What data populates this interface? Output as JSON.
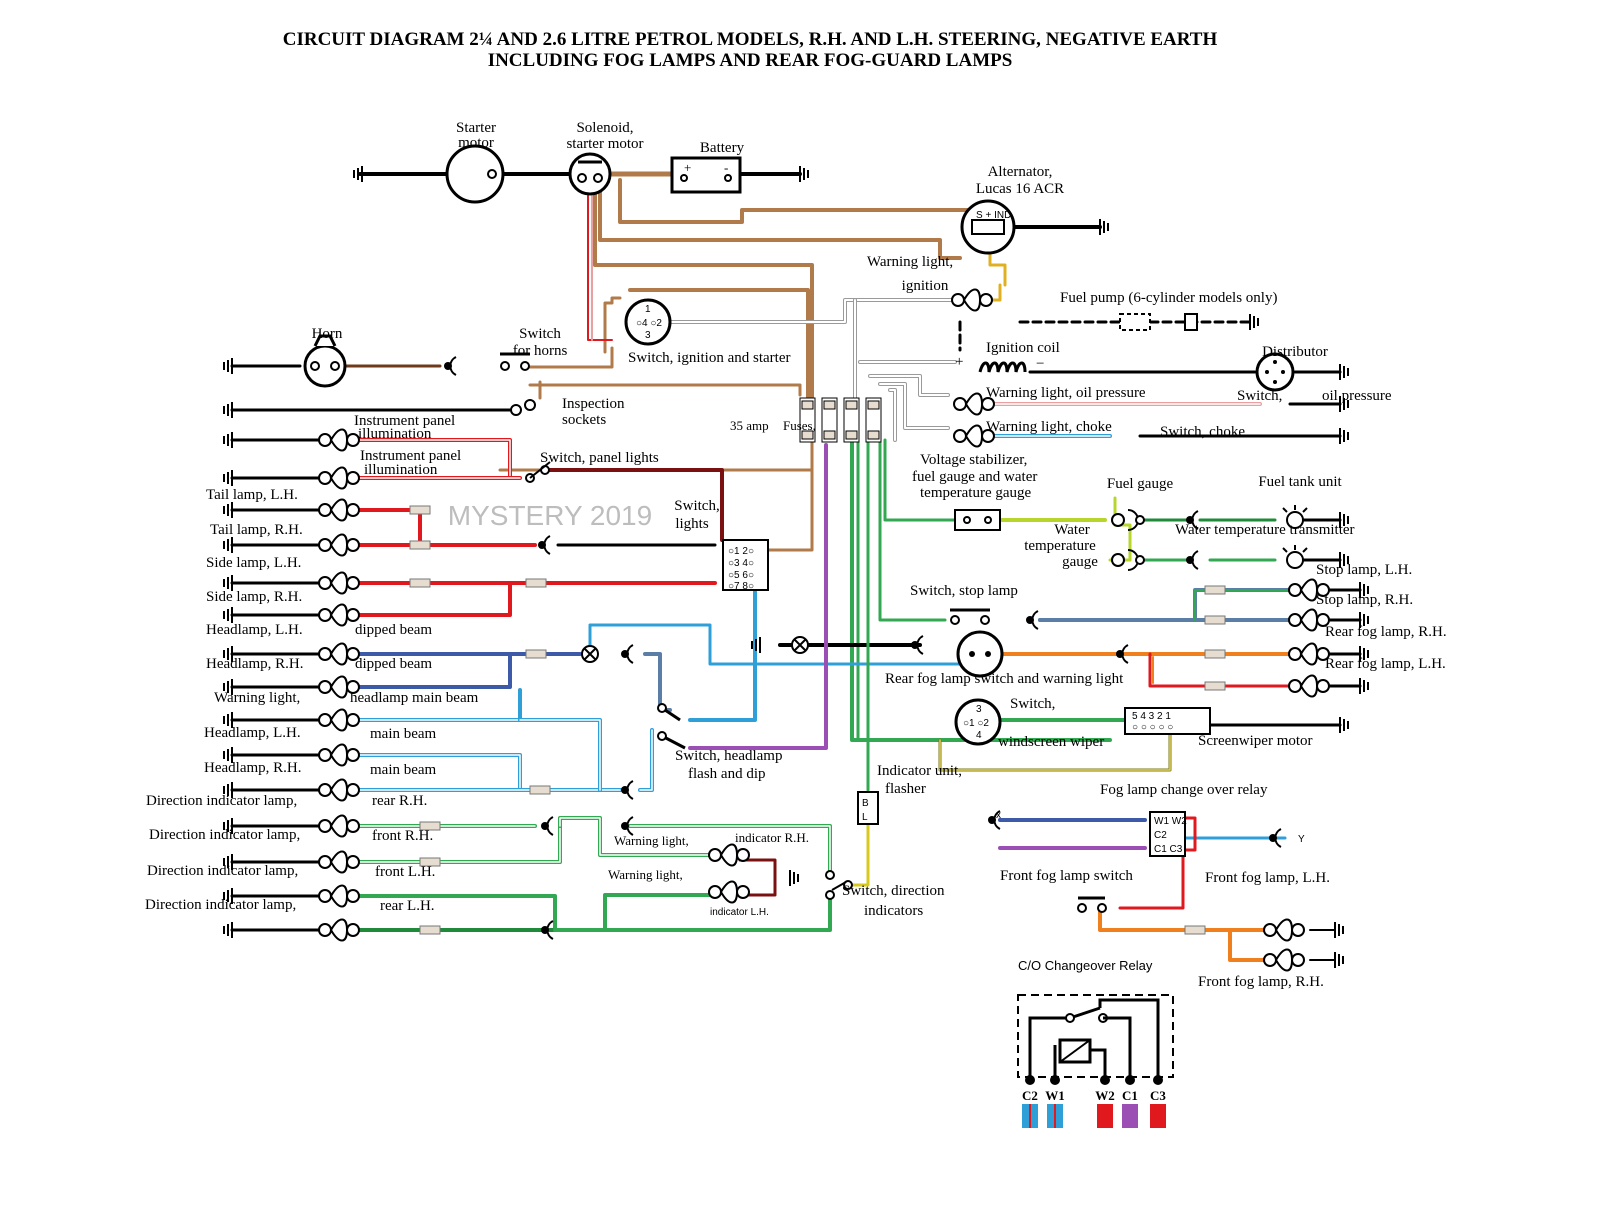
{
  "title": {
    "line1": "CIRCUIT DIAGRAM 2¼ AND 2.6 LITRE PETROL MODELS, R.H. AND L.H. STEERING, NEGATIVE EARTH",
    "line2": "INCLUDING FOG LAMPS AND REAR FOG-GUARD LAMPS"
  },
  "watermark": "MYSTERY 2019",
  "colors": {
    "brown": "#b07a4a",
    "black": "#000000",
    "white": "#ffffff",
    "red": "#e0191f",
    "blue": "#2f9fd8",
    "dark_blue": "#3c5aa8",
    "green": "#33a852",
    "dark_green": "#1e8a3a",
    "purple": "#9b4fb4",
    "yellow": "#d8c91c",
    "orange": "#f07f1e",
    "slate": "#5b7ea6",
    "olive": "#7a7a1a",
    "light_green": "#b6d62c",
    "pink": "#e8a0a0",
    "dark_red": "#7a1010",
    "grey": "#9a9a9a"
  },
  "labels": {
    "starter_motor_1": "Starter",
    "starter_motor_2": "motor",
    "solenoid_1": "Solenoid,",
    "solenoid_2": "starter motor",
    "battery": "Battery",
    "alternator_1": "Alternator,",
    "alternator_2": "Lucas 16 ACR",
    "warning_ignition_1": "Warning light,",
    "warning_ignition_2": "ignition",
    "fuel_pump": "Fuel pump (6-cylinder models only)",
    "horn": "Horn",
    "switch_horns_1": "Switch",
    "switch_horns_2": "for horns",
    "ignition_switch": "Switch, ignition and starter",
    "ignition_coil": "Ignition coil",
    "distributor": "Distributor",
    "inspection_1": "Inspection",
    "inspection_2": "sockets",
    "warning_oil": "Warning light, oil pressure",
    "switch_oil_1": "Switch,",
    "switch_oil_2": "oil pressure",
    "fuses_amp": "35 amp",
    "fuses": "Fuses,",
    "instr_illum_1a": "Instrument panel",
    "instr_illum_1b": "illumination",
    "instr_illum_2a": "Instrument panel",
    "instr_illum_2b": "illumination",
    "switch_panel": "Switch, panel lights",
    "warning_choke": "Warning light, choke",
    "switch_choke": "Switch, choke",
    "voltage_stab_1": "Voltage stabilizer,",
    "voltage_stab_2": "fuel gauge and water",
    "voltage_stab_3": "temperature gauge",
    "fuel_gauge": "Fuel gauge",
    "fuel_tank": "Fuel tank unit",
    "tail_lh": "Tail lamp, L.H.",
    "tail_rh": "Tail lamp, R.H.",
    "switch_lights_1": "Switch,",
    "switch_lights_2": "lights",
    "water_gauge_1": "Water",
    "water_gauge_2": "temperature",
    "water_gauge_3": "gauge",
    "water_transmitter": "Water temperature  transmitter",
    "side_lh": "Side lamp, L.H.",
    "side_rh": "Side lamp, R.H.",
    "stop_lh": "Stop lamp, L.H.",
    "stop_rh": "Stop lamp, R.H.",
    "switch_stop": "Switch, stop lamp",
    "head_lh_dip": "Headlamp, L.H.",
    "head_rh_dip": "Headlamp, R.H.",
    "dipped_1": "dipped beam",
    "dipped_2": "dipped beam",
    "rear_fog_rh": "Rear fog lamp, R.H.",
    "rear_fog_lh": "Rear fog lamp, L.H.",
    "rear_fog_switch": "Rear fog lamp switch and warning light",
    "warning_main_1": "Warning light,",
    "warning_main_2": "headlamp   main beam",
    "switch_wiper_1": "Switch,",
    "switch_wiper_2": "windscreen wiper",
    "wiper_motor": "Screenwiper motor",
    "head_lh_main": "Headlamp, L.H.",
    "head_rh_main": "Headlamp, R.H.",
    "main_1": "main beam",
    "main_2": "main beam",
    "switch_flash_1": "Switch, headlamp",
    "switch_flash_2": "flash and dip",
    "indicator_unit_1": "Indicator unit,",
    "indicator_unit_2": "flasher",
    "dir_1": "Direction indicator lamp,",
    "dir_2": "Direction indicator lamp,",
    "dir_3": "Direction indicator lamp,",
    "dir_4": "Direction indicator lamp,",
    "rear_rh": "rear R.H.",
    "front_rh": "front R.H.",
    "front_lh": "front L.H.",
    "rear_lh": "rear L.H.",
    "warn_ind_rh_1": "Warning light,",
    "warn_ind_rh_2": "indicator R.H.",
    "warn_ind_lh_1": "Warning light,",
    "warn_ind_lh_2": "indicator L.H.",
    "switch_dir_1": "Switch, direction",
    "switch_dir_2": "indicators",
    "fog_relay": "Fog lamp change over relay",
    "front_fog_switch": "Front fog lamp switch",
    "front_fog_lh": "Front fog lamp, L.H.",
    "front_fog_rh": "Front fog lamp, R.H.",
    "co_relay": "C/O Changeover Relay",
    "x_mark": "x",
    "y_mark": "Y"
  },
  "relay_pins": [
    "C2",
    "W1",
    "W2",
    "C1",
    "C3"
  ],
  "pin_colors": [
    "#2f9fd8",
    "#2f9fd8",
    "#e0191f",
    "#9b4fb4",
    "#e0191f"
  ]
}
